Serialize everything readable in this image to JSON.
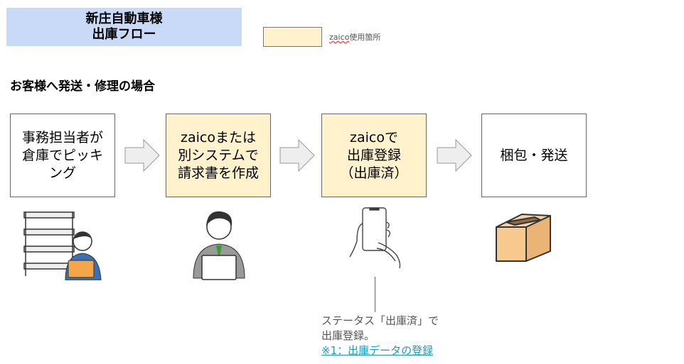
{
  "header": {
    "title": "新庄自動車様\n出庫フロー"
  },
  "legend": {
    "label_zaico": "zaico",
    "label_rest": "使用箇所",
    "color": "#fff2cc"
  },
  "section": {
    "heading": "お客様へ発送・修理の場合"
  },
  "steps": [
    {
      "label": "事務担当者が\n倉庫でピッキ\nング",
      "zaico": false
    },
    {
      "label": "zaicoまたは\n別システムで\n請求書を作成",
      "zaico": true
    },
    {
      "label": "zaicoで\n出庫登録\n（出庫済）",
      "zaico": true
    },
    {
      "label": "梱包・発送",
      "zaico": false
    }
  ],
  "note": {
    "line1": "ステータス「出庫済」で",
    "line2": "出庫登録。",
    "link": "※1：出庫データの登録"
  }
}
